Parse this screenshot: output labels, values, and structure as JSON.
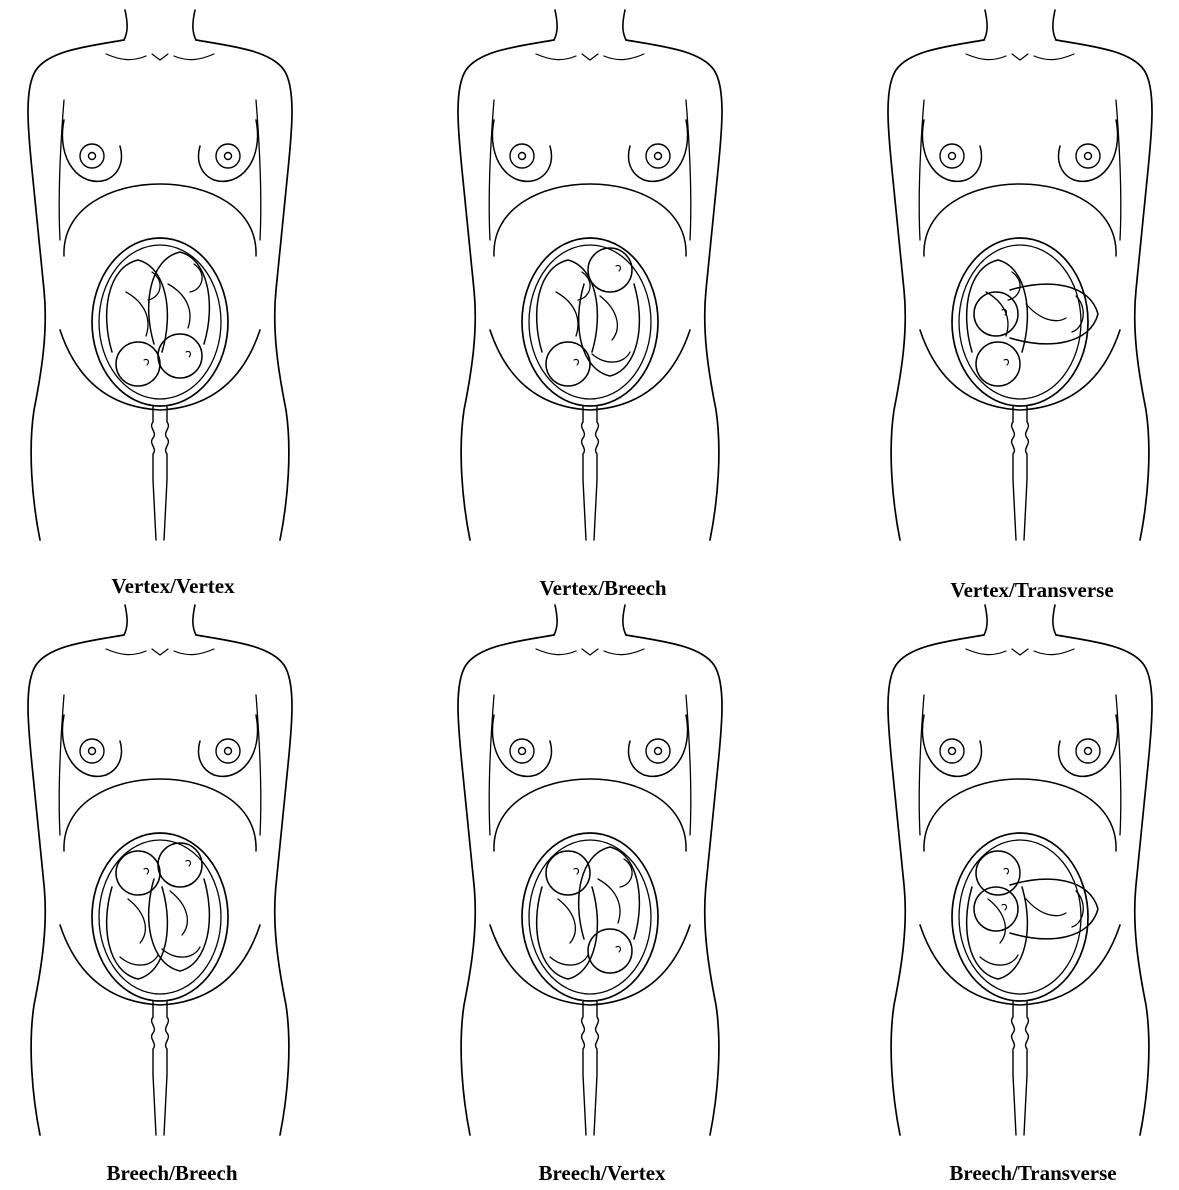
{
  "colors": {
    "ink": "#000000",
    "background": "#ffffff"
  },
  "panels": [
    {
      "id": "vv",
      "label": "Vertex/Vertex",
      "twin_a": "vertex",
      "twin_b": "vertex"
    },
    {
      "id": "vb",
      "label": "Vertex/Breech",
      "twin_a": "vertex",
      "twin_b": "breech"
    },
    {
      "id": "vt",
      "label": "Vertex/Transverse",
      "twin_a": "vertex",
      "twin_b": "transverse"
    },
    {
      "id": "bb",
      "label": "Breech/Breech",
      "twin_a": "breech",
      "twin_b": "breech"
    },
    {
      "id": "bv",
      "label": "Breech/Vertex",
      "twin_a": "breech",
      "twin_b": "vertex"
    },
    {
      "id": "bt",
      "label": "Breech/Transverse",
      "twin_a": "breech",
      "twin_b": "transverse"
    }
  ]
}
